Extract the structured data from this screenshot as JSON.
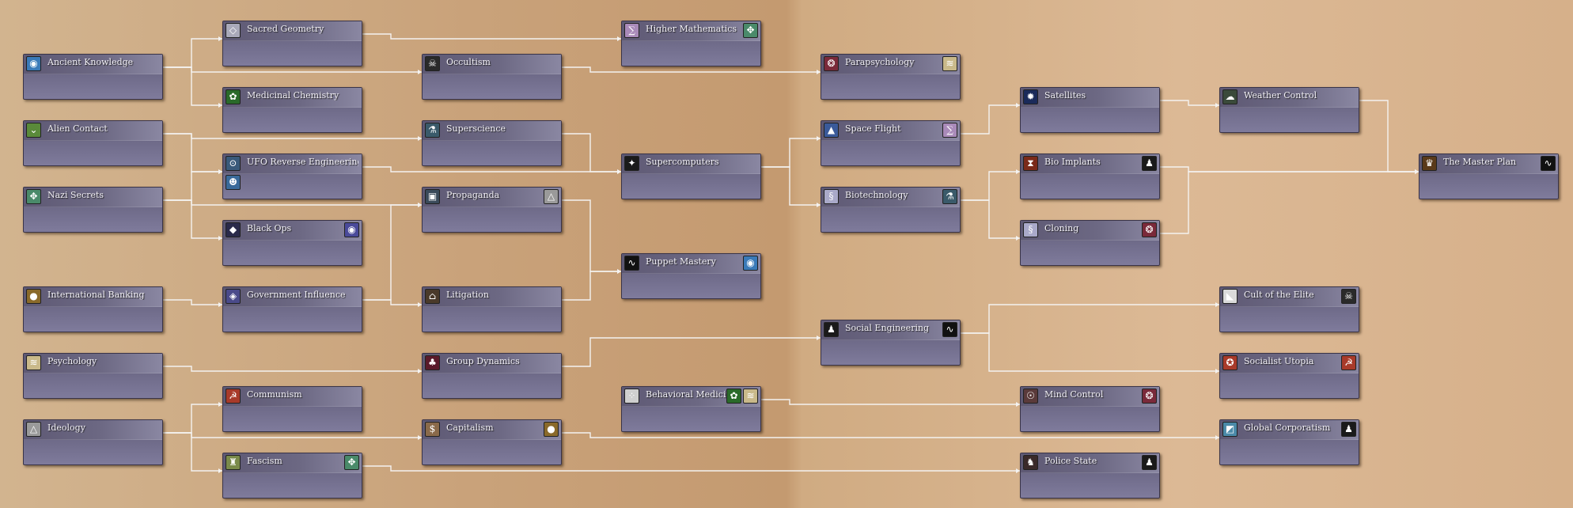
{
  "nodes": [
    {
      "id": "ancient_knowledge",
      "name": "Ancient Knowledge",
      "col": 0,
      "row": 1,
      "icon": "globe-icon",
      "icon_color": "#3a7ab8",
      "glyph": "◉"
    },
    {
      "id": "alien_contact",
      "name": "Alien Contact",
      "col": 0,
      "row": 3,
      "icon": "alien-chevron-icon",
      "icon_color": "#5a8a3a",
      "glyph": "⌄"
    },
    {
      "id": "nazi_secrets",
      "name": "Nazi Secrets",
      "col": 0,
      "row": 5,
      "icon": "nazi-emblem-icon",
      "icon_color": "#4a8a6a",
      "glyph": "✥"
    },
    {
      "id": "international_banking",
      "name": "International Banking",
      "col": 0,
      "row": 8,
      "icon": "coin-icon",
      "icon_color": "#8a6a2a",
      "glyph": "●"
    },
    {
      "id": "psychology",
      "name": "Psychology",
      "col": 0,
      "row": 10,
      "icon": "scroll-icon",
      "icon_color": "#c9b98a",
      "glyph": "≋"
    },
    {
      "id": "ideology",
      "name": "Ideology",
      "col": 0,
      "row": 12,
      "icon": "pyramid-icon",
      "icon_color": "#9a9a9a",
      "glyph": "△"
    },
    {
      "id": "sacred_geometry",
      "name": "Sacred Geometry",
      "col": 1,
      "row": 0,
      "icon": "sacred-geometry-icon",
      "icon_color": "#a9a9b9",
      "glyph": "◇"
    },
    {
      "id": "medicinal_chemistry",
      "name": "Medicinal Chemistry",
      "col": 1,
      "row": 2,
      "icon": "leaf-icon",
      "icon_color": "#2a6a2a",
      "glyph": "✿"
    },
    {
      "id": "ufo_reverse_engineering",
      "name": "UFO Reverse Engineering",
      "col": 1,
      "row": 4,
      "icon": "ufo-icon",
      "icon_color": "#3a5a7a",
      "glyph": "⊙",
      "sub_icon": "alien-icon",
      "sub_color": "#3a6a9a",
      "sub_glyph": "☻"
    },
    {
      "id": "black_ops",
      "name": "Black Ops",
      "col": 1,
      "row": 6,
      "icon": "black-ops-agent-icon",
      "icon_color": "#2a2a4a",
      "glyph": "◆",
      "req_icon": "eye-icon",
      "req_color": "#4a4a9a",
      "req_glyph": "◉"
    },
    {
      "id": "government_influence",
      "name": "Government Influence",
      "col": 1,
      "row": 8,
      "icon": "eye-pyramid-icon",
      "icon_color": "#4a4a8a",
      "glyph": "◈"
    },
    {
      "id": "communism",
      "name": "Communism",
      "col": 1,
      "row": 11,
      "icon": "hammer-sickle-icon",
      "icon_color": "#a83a2a",
      "glyph": "☭"
    },
    {
      "id": "fascism",
      "name": "Fascism",
      "col": 1,
      "row": 13,
      "icon": "fascism-figure-icon",
      "icon_color": "#7a8a4a",
      "glyph": "♜",
      "req_icon": "nazi-emblem-icon",
      "req_color": "#4a8a6a",
      "req_glyph": "✥"
    },
    {
      "id": "occultism",
      "name": "Occultism",
      "col": 2,
      "row": 1,
      "icon": "skull-icon",
      "icon_color": "#2a2a2a",
      "glyph": "☠"
    },
    {
      "id": "superscience",
      "name": "Superscience",
      "col": 2,
      "row": 3,
      "icon": "lab-icon",
      "icon_color": "#3a5a6a",
      "glyph": "⚗"
    },
    {
      "id": "propaganda",
      "name": "Propaganda",
      "col": 2,
      "row": 5,
      "icon": "tv-icon",
      "icon_color": "#3a4a5a",
      "glyph": "▣",
      "req_icon": "pyramid-icon",
      "req_color": "#9a9a9a",
      "req_glyph": "△"
    },
    {
      "id": "litigation",
      "name": "Litigation",
      "col": 2,
      "row": 8,
      "icon": "courthouse-icon",
      "icon_color": "#4a3a2a",
      "glyph": "⌂"
    },
    {
      "id": "group_dynamics",
      "name": "Group Dynamics",
      "col": 2,
      "row": 10,
      "icon": "crowd-icon",
      "icon_color": "#5a1a2a",
      "glyph": "♣"
    },
    {
      "id": "capitalism",
      "name": "Capitalism",
      "col": 2,
      "row": 12,
      "icon": "capitalism-icon",
      "icon_color": "#8a6a4a",
      "glyph": "$",
      "req_icon": "coin-icon",
      "req_color": "#8a6a2a",
      "req_glyph": "●"
    },
    {
      "id": "higher_mathematics",
      "name": "Higher Mathematics",
      "col": 3,
      "row": 0,
      "icon": "formula-icon",
      "icon_color": "#a98ab9",
      "glyph": "∑",
      "req_icon": "nazi-emblem-icon",
      "req_color": "#4a8a6a",
      "req_glyph": "✥"
    },
    {
      "id": "supercomputers",
      "name": "Supercomputers",
      "col": 3,
      "row": 4,
      "icon": "circuit-icon",
      "icon_color": "#1a1a1a",
      "glyph": "✦"
    },
    {
      "id": "puppet_mastery",
      "name": "Puppet Mastery",
      "col": 3,
      "row": 7,
      "icon": "chart-line-icon",
      "icon_color": "#111111",
      "glyph": "∿",
      "req_icon": "globe-icon",
      "req_color": "#3a7ab8",
      "req_glyph": "◉"
    },
    {
      "id": "behavioral_medicine",
      "name": "Behavioral Medicine",
      "col": 3,
      "row": 11,
      "icon": "pills-icon",
      "icon_color": "#cfcfcf",
      "glyph": "⁘",
      "req_icon": "scroll-icon",
      "req_color": "#c9b98a",
      "req_glyph": "≋",
      "req2_icon": "leaf-icon",
      "req2_color": "#2a6a2a",
      "req2_glyph": "✿"
    },
    {
      "id": "parapsychology",
      "name": "Parapsychology",
      "col": 4,
      "row": 1,
      "icon": "brain-icon",
      "icon_color": "#7a2a3a",
      "glyph": "❂",
      "req_icon": "scroll-icon",
      "req_color": "#c9b98a",
      "req_glyph": "≋"
    },
    {
      "id": "space_flight",
      "name": "Space Flight",
      "col": 4,
      "row": 3,
      "icon": "rocket-icon",
      "icon_color": "#3a5a9a",
      "glyph": "▲",
      "req_icon": "formula-icon",
      "req_color": "#a98ab9",
      "req_glyph": "∑"
    },
    {
      "id": "biotechnology",
      "name": "Biotechnology",
      "col": 4,
      "row": 5,
      "icon": "dna-icon",
      "icon_color": "#a9a9c9",
      "glyph": "§",
      "req_icon": "lab-icon",
      "req_color": "#3a5a6a",
      "req_glyph": "⚗"
    },
    {
      "id": "social_engineering",
      "name": "Social Engineering",
      "col": 4,
      "row": 9,
      "icon": "crowd-silhouette-icon",
      "icon_color": "#1a1a1a",
      "glyph": "♟",
      "req_icon": "chart-line-icon",
      "req_color": "#111111",
      "req_glyph": "∿"
    },
    {
      "id": "satellites",
      "name": "Satellites",
      "col": 5,
      "row": 2,
      "icon": "satellite-icon",
      "icon_color": "#1a2a5a",
      "glyph": "✹"
    },
    {
      "id": "bio_implants",
      "name": "Bio Implants",
      "col": 5,
      "row": 4,
      "icon": "implant-icon",
      "icon_color": "#7a2a1a",
      "glyph": "⧗",
      "req_icon": "crowd-silhouette-icon",
      "req_color": "#1a1a1a",
      "req_glyph": "♟"
    },
    {
      "id": "cloning",
      "name": "Cloning",
      "col": 5,
      "row": 6,
      "icon": "dna-icon",
      "icon_color": "#a9a9c9",
      "glyph": "§",
      "req_icon": "brain-icon",
      "req_color": "#7a2a3a",
      "req_glyph": "❂"
    },
    {
      "id": "mind_control",
      "name": "Mind Control",
      "col": 5,
      "row": 11,
      "icon": "mind-control-icon",
      "icon_color": "#5a3a3a",
      "glyph": "☉",
      "req_icon": "brain-icon",
      "req_color": "#7a2a3a",
      "req_glyph": "❂"
    },
    {
      "id": "police_state",
      "name": "Police State",
      "col": 5,
      "row": 13,
      "icon": "police-icon",
      "icon_color": "#3a2a2a",
      "glyph": "♞",
      "req_icon": "crowd-silhouette-icon",
      "req_color": "#1a1a1a",
      "req_glyph": "♟"
    },
    {
      "id": "weather_control",
      "name": "Weather Control",
      "col": 6,
      "row": 2,
      "icon": "storm-icon",
      "icon_color": "#3a4a3a",
      "glyph": "☁"
    },
    {
      "id": "cult_of_the_elite",
      "name": "Cult of the Elite",
      "col": 6,
      "row": 8,
      "icon": "cult-icon",
      "icon_color": "#dadada",
      "glyph": "◣",
      "req_icon": "skull-icon",
      "req_color": "#2a2a2a",
      "req_glyph": "☠"
    },
    {
      "id": "socialist_utopia",
      "name": "Socialist Utopia",
      "col": 6,
      "row": 10,
      "icon": "utopia-icon",
      "icon_color": "#a83a2a",
      "glyph": "✪",
      "req_icon": "hammer-sickle-icon",
      "req_color": "#a83a2a",
      "req_glyph": "☭"
    },
    {
      "id": "global_corporatism",
      "name": "Global Corporatism",
      "col": 6,
      "row": 12,
      "icon": "corporation-icon",
      "icon_color": "#4a8aa8",
      "glyph": "◩",
      "req_icon": "crowd-silhouette-icon",
      "req_color": "#1a1a1a",
      "req_glyph": "♟"
    },
    {
      "id": "the_master_plan",
      "name": "The Master Plan",
      "col": 7,
      "row": 4,
      "icon": "master-plan-icon",
      "icon_color": "#5a3a1a",
      "glyph": "♛",
      "req_icon": "chart-line-icon",
      "req_color": "#111111",
      "req_glyph": "∿"
    }
  ],
  "links": [
    [
      "ancient_knowledge",
      "sacred_geometry"
    ],
    [
      "ancient_knowledge",
      "occultism"
    ],
    [
      "ancient_knowledge",
      "medicinal_chemistry"
    ],
    [
      "alien_contact",
      "superscience"
    ],
    [
      "alien_contact",
      "ufo_reverse_engineering"
    ],
    [
      "nazi_secrets",
      "ufo_reverse_engineering"
    ],
    [
      "nazi_secrets",
      "propaganda"
    ],
    [
      "nazi_secrets",
      "black_ops"
    ],
    [
      "international_banking",
      "government_influence"
    ],
    [
      "government_influence",
      "propaganda"
    ],
    [
      "government_influence",
      "litigation"
    ],
    [
      "psychology",
      "group_dynamics"
    ],
    [
      "ideology",
      "communism"
    ],
    [
      "ideology",
      "capitalism"
    ],
    [
      "ideology",
      "fascism"
    ],
    [
      "sacred_geometry",
      "higher_mathematics"
    ],
    [
      "occultism",
      "parapsychology"
    ],
    [
      "superscience",
      "supercomputers"
    ],
    [
      "ufo_reverse_engineering",
      "supercomputers"
    ],
    [
      "propaganda",
      "puppet_mastery"
    ],
    [
      "litigation",
      "puppet_mastery"
    ],
    [
      "group_dynamics",
      "social_engineering"
    ],
    [
      "capitalism",
      "global_corporatism"
    ],
    [
      "fascism",
      "police_state"
    ],
    [
      "supercomputers",
      "space_flight"
    ],
    [
      "supercomputers",
      "biotechnology"
    ],
    [
      "behavioral_medicine",
      "mind_control"
    ],
    [
      "space_flight",
      "satellites"
    ],
    [
      "biotechnology",
      "bio_implants"
    ],
    [
      "biotechnology",
      "cloning"
    ],
    [
      "social_engineering",
      "cult_of_the_elite"
    ],
    [
      "social_engineering",
      "socialist_utopia"
    ],
    [
      "satellites",
      "weather_control"
    ],
    [
      "weather_control",
      "the_master_plan"
    ],
    [
      "bio_implants",
      "the_master_plan"
    ],
    [
      "cloning",
      "the_master_plan"
    ]
  ]
}
